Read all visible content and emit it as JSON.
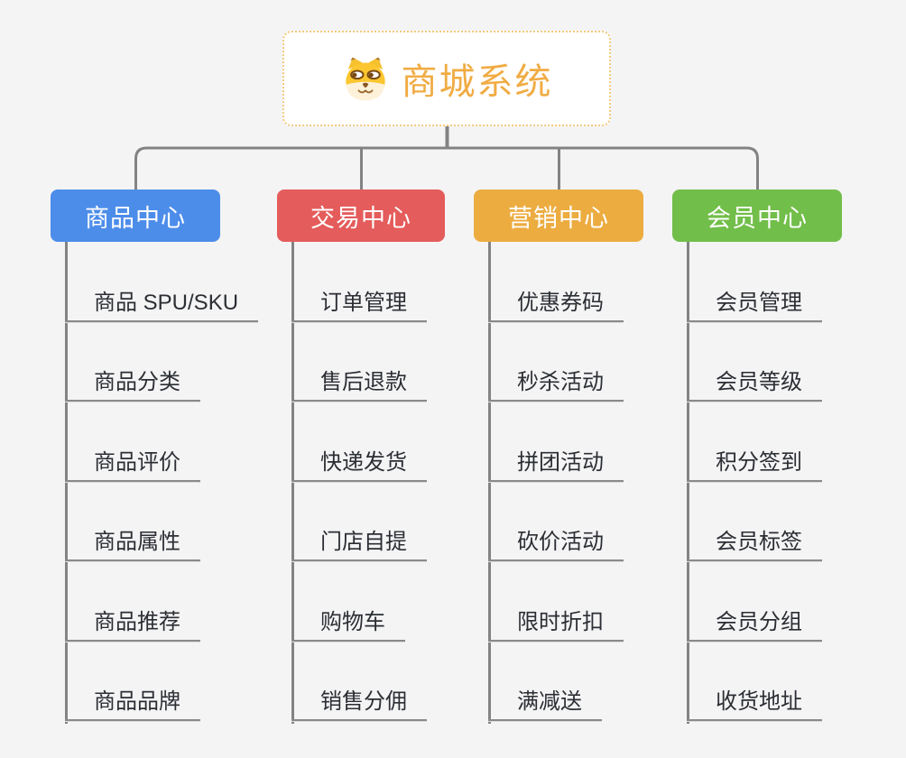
{
  "theme": {
    "background": "#f4f4f5",
    "connector": "#838383",
    "underline": "#8a8a8a",
    "leaf_text": "#2b2e33",
    "root_accent": "#f0ac44",
    "root_border": "#f3c97e"
  },
  "root": {
    "title": "商城系统",
    "icon": "dog-face-icon"
  },
  "branches": [
    {
      "label": "商品中心",
      "color": "#4d8dea",
      "items": [
        "商品 SPU/SKU",
        "商品分类",
        "商品评价",
        "商品属性",
        "商品推荐",
        "商品品牌"
      ]
    },
    {
      "label": "交易中心",
      "color": "#e45c5b",
      "items": [
        "订单管理",
        "售后退款",
        "快递发货",
        "门店自提",
        "购物车",
        "销售分佣"
      ]
    },
    {
      "label": "营销中心",
      "color": "#ecac40",
      "items": [
        "优惠券码",
        "秒杀活动",
        "拼团活动",
        "砍价活动",
        "限时折扣",
        "满减送"
      ]
    },
    {
      "label": "会员中心",
      "color": "#72be4a",
      "items": [
        "会员管理",
        "会员等级",
        "积分签到",
        "会员标签",
        "会员分组",
        "收货地址"
      ]
    }
  ]
}
